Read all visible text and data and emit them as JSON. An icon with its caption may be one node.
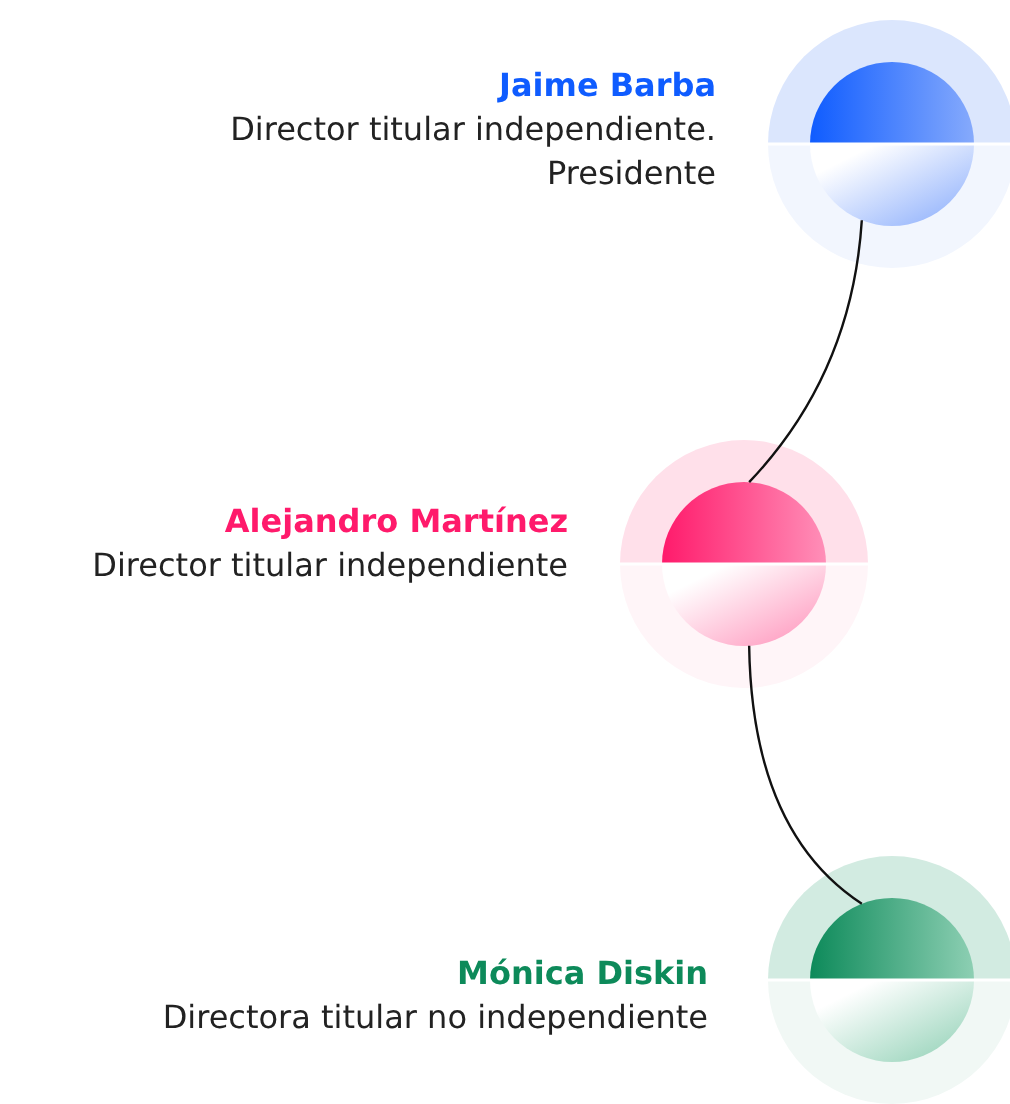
{
  "diagram": {
    "nodes": [
      {
        "text": [],
        "shape": "circle",
        "beside": [
          "Jaime Barba",
          "Director titular independiente. Presidente"
        ]
      },
      {
        "text": [],
        "shape": "circle",
        "beside": [
          "Alejandro Martínez",
          "Director titular independiente"
        ]
      },
      {
        "text": [],
        "shape": "circle",
        "beside": [
          "Mónica Diskin",
          "Directora titular no independiente"
        ]
      }
    ],
    "edges": [
      {
        "from": 0,
        "to": 1,
        "arrow": "none"
      },
      {
        "from": 1,
        "to": 2,
        "arrow": "none"
      }
    ]
  }
}
